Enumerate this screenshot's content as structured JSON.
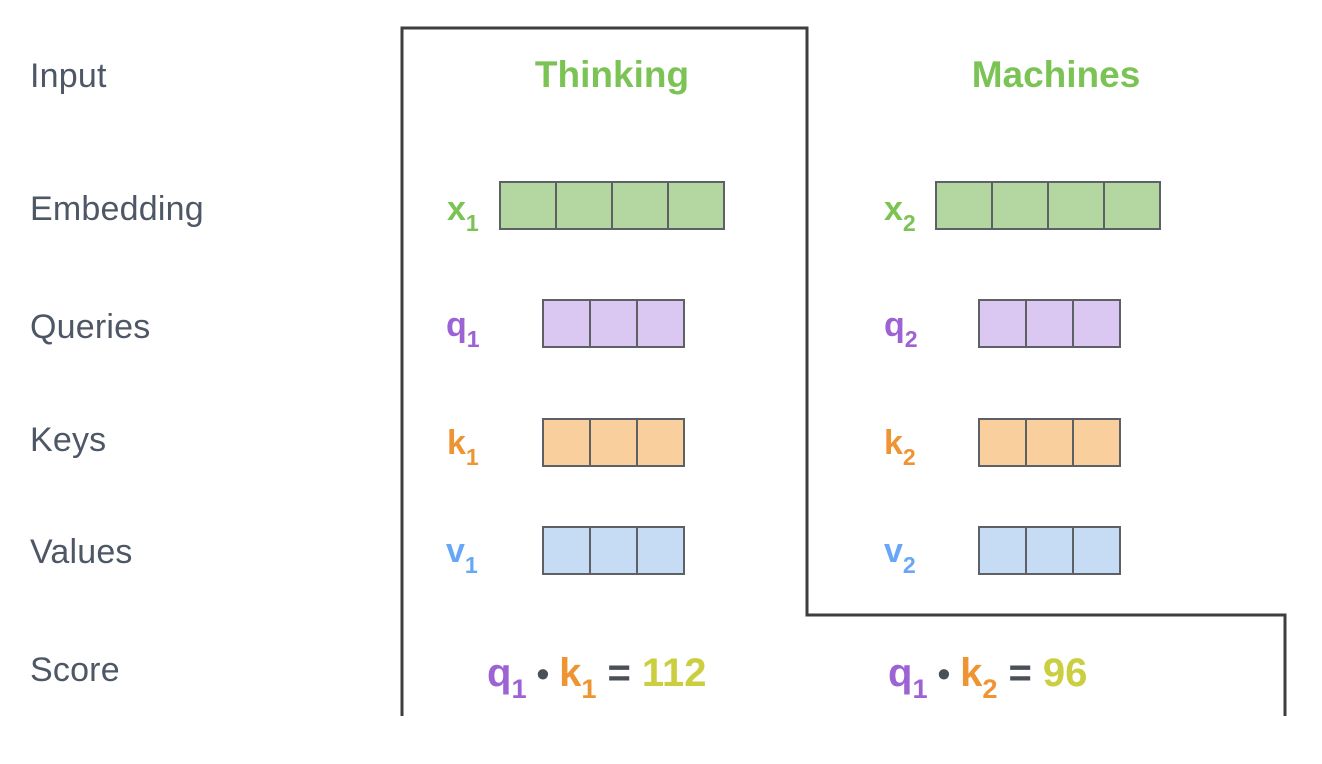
{
  "rows": {
    "input": "Input",
    "embedding": "Embedding",
    "queries": "Queries",
    "keys": "Keys",
    "values": "Values",
    "score": "Score"
  },
  "tokens": {
    "first": "Thinking",
    "second": "Machines"
  },
  "vectors": {
    "x1": {
      "base": "x",
      "sub": "1",
      "cells": 4
    },
    "x2": {
      "base": "x",
      "sub": "2",
      "cells": 4
    },
    "q1": {
      "base": "q",
      "sub": "1",
      "cells": 3
    },
    "q2": {
      "base": "q",
      "sub": "2",
      "cells": 3
    },
    "k1": {
      "base": "k",
      "sub": "1",
      "cells": 3
    },
    "k2": {
      "base": "k",
      "sub": "2",
      "cells": 3
    },
    "v1": {
      "base": "v",
      "sub": "1",
      "cells": 3
    },
    "v2": {
      "base": "v",
      "sub": "2",
      "cells": 3
    }
  },
  "scores": {
    "s11": {
      "q_base": "q",
      "q_sub": "1",
      "dot": "•",
      "k_base": "k",
      "k_sub": "1",
      "equals": "=",
      "value": "112"
    },
    "s12": {
      "q_base": "q",
      "q_sub": "1",
      "dot": "•",
      "k_base": "k",
      "k_sub": "2",
      "equals": "=",
      "value": "96"
    }
  },
  "colors": {
    "token_green": "#7cc356",
    "embedding_fill": "#b4d7a2",
    "query_purple": "#9d62d4",
    "query_fill": "#dac7f2",
    "key_orange": "#ee9433",
    "key_fill": "#f8cf9d",
    "value_blue": "#68a7f6",
    "value_fill": "#c6dcf4",
    "score_yellow": "#cbce3f",
    "row_label_gray": "#4d5765",
    "cell_border": "#5d6165",
    "outline_border": "#3e3e3e"
  }
}
